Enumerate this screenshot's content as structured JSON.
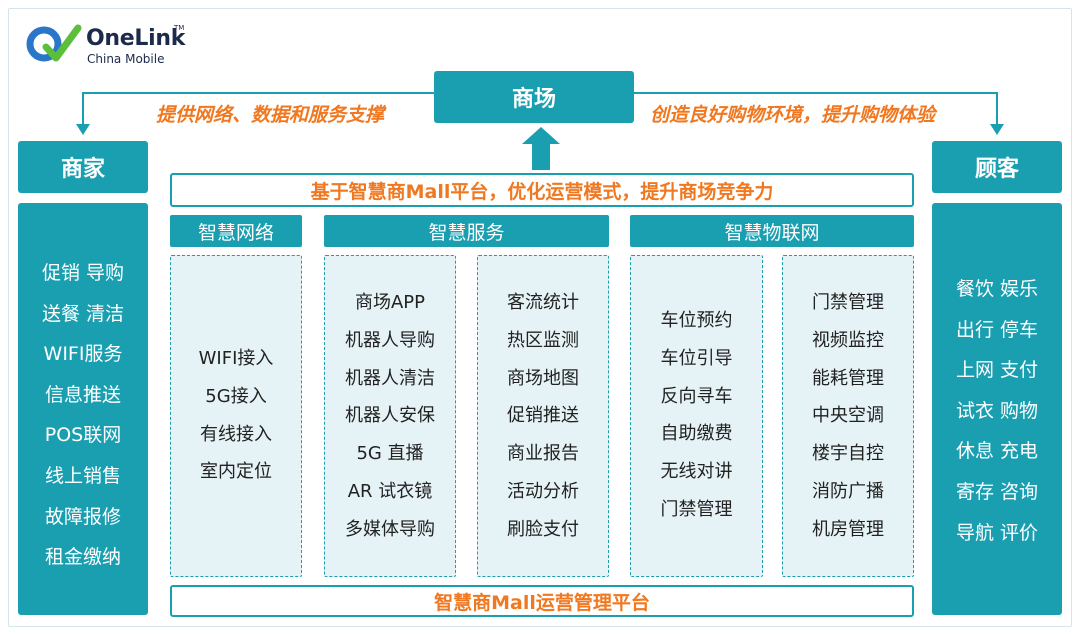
{
  "logo": {
    "name": "OneLink",
    "tm": "TM",
    "subtitle": "China Mobile"
  },
  "center": {
    "title": "商场",
    "banner": "基于智慧商Mall平台，优化运营模式，提升商场竞争力",
    "bottom": "智慧商Mall运营管理平台"
  },
  "left_slogan": "提供网络、数据和服务支撑",
  "right_slogan": "创造良好购物环境，提升购物体验",
  "merchant": {
    "title": "商家",
    "items": [
      "促销 导购",
      "送餐 清洁",
      "WIFI服务",
      "信息推送",
      "POS联网",
      "线上销售",
      "故障报修",
      "租金缴纳"
    ]
  },
  "customer": {
    "title": "顾客",
    "items": [
      "餐饮 娱乐",
      "出行 停车",
      "上网 支付",
      "试衣 购物",
      "休息 充电",
      "寄存 咨询",
      "导航 评价"
    ]
  },
  "sections": {
    "network": {
      "title": "智慧网络",
      "items": [
        "WIFI接入",
        "5G接入",
        "有线接入",
        "室内定位"
      ]
    },
    "service": {
      "title": "智慧服务",
      "col1": [
        "商场APP",
        "机器人导购",
        "机器人清洁",
        "机器人安保",
        "5G 直播",
        "AR 试衣镜",
        "多媒体导购"
      ],
      "col2": [
        "客流统计",
        "热区监测",
        "商场地图",
        "促销推送",
        "商业报告",
        "活动分析",
        "刷脸支付"
      ]
    },
    "iot": {
      "title": "智慧物联网",
      "col1": [
        "车位预约",
        "车位引导",
        "反向寻车",
        "自助缴费",
        "无线对讲",
        "门禁管理"
      ],
      "col2": [
        "门禁管理",
        "视频监控",
        "能耗管理",
        "中央空调",
        "楼宇自控",
        "消防广播",
        "机房管理"
      ]
    }
  },
  "colors": {
    "teal": "#1a9fb1",
    "orange": "#f07820",
    "light_bg": "#e6f3f6"
  }
}
